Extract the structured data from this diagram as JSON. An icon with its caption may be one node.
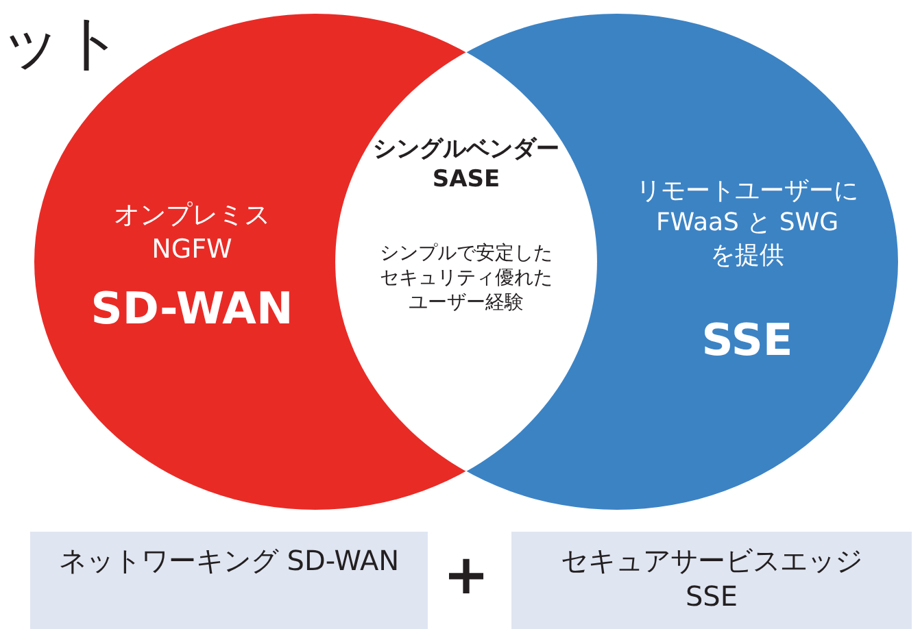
{
  "diagram": {
    "title": "ット",
    "nodes": [
      {
        "text": [
          "オンプレミス NGFW",
          "SD-WAN"
        ]
      },
      {
        "text": [
          "シングルベンダー SASE",
          "シンプルで安定したセキュリティ優れたユーザー経験"
        ]
      },
      {
        "text": [
          "リモートユーザーに FWaaS と SWG を提供",
          "SSE"
        ]
      },
      {
        "text": [
          "ネットワーキング SD-WAN"
        ]
      },
      {
        "text": [
          "セキュアサービスエッジ SSE"
        ]
      }
    ],
    "labels": [
      "+"
    ]
  }
}
